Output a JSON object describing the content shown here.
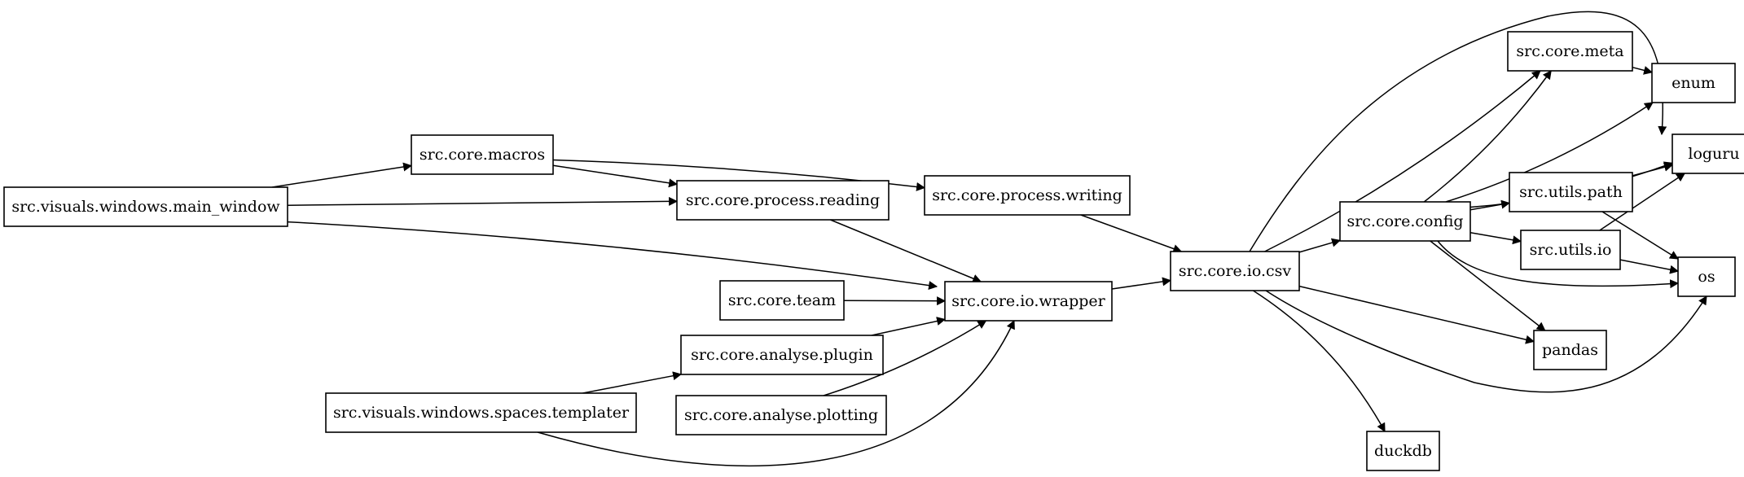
{
  "nodes": [
    {
      "id": "main_window",
      "label": "src.visuals.windows.main_window"
    },
    {
      "id": "templater",
      "label": "src.visuals.windows.spaces.templater"
    },
    {
      "id": "macros",
      "label": "src.core.macros"
    },
    {
      "id": "reading",
      "label": "src.core.process.reading"
    },
    {
      "id": "writing",
      "label": "src.core.process.writing"
    },
    {
      "id": "team",
      "label": "src.core.team"
    },
    {
      "id": "plugin",
      "label": "src.core.analyse.plugin"
    },
    {
      "id": "plotting",
      "label": "src.core.analyse.plotting"
    },
    {
      "id": "wrapper",
      "label": "src.core.io.wrapper"
    },
    {
      "id": "csv",
      "label": "src.core.io.csv"
    },
    {
      "id": "config",
      "label": "src.core.config"
    },
    {
      "id": "meta",
      "label": "src.core.meta"
    },
    {
      "id": "path",
      "label": "src.utils.path"
    },
    {
      "id": "uio",
      "label": "src.utils.io"
    },
    {
      "id": "enum",
      "label": "enum"
    },
    {
      "id": "loguru",
      "label": "loguru"
    },
    {
      "id": "os",
      "label": "os"
    },
    {
      "id": "pandas",
      "label": "pandas"
    },
    {
      "id": "duckdb",
      "label": "duckdb"
    }
  ],
  "edges": [
    {
      "from": "main_window",
      "to": "macros"
    },
    {
      "from": "main_window",
      "to": "reading"
    },
    {
      "from": "main_window",
      "to": "wrapper"
    },
    {
      "from": "macros",
      "to": "reading"
    },
    {
      "from": "macros",
      "to": "writing"
    },
    {
      "from": "reading",
      "to": "wrapper"
    },
    {
      "from": "writing",
      "to": "csv"
    },
    {
      "from": "team",
      "to": "wrapper"
    },
    {
      "from": "plugin",
      "to": "wrapper"
    },
    {
      "from": "plotting",
      "to": "wrapper"
    },
    {
      "from": "templater",
      "to": "plugin"
    },
    {
      "from": "templater",
      "to": "wrapper"
    },
    {
      "from": "wrapper",
      "to": "csv"
    },
    {
      "from": "csv",
      "to": "config"
    },
    {
      "from": "csv",
      "to": "meta"
    },
    {
      "from": "csv",
      "to": "loguru"
    },
    {
      "from": "csv",
      "to": "pandas"
    },
    {
      "from": "csv",
      "to": "os"
    },
    {
      "from": "csv",
      "to": "duckdb"
    },
    {
      "from": "config",
      "to": "meta"
    },
    {
      "from": "config",
      "to": "enum"
    },
    {
      "from": "config",
      "to": "loguru"
    },
    {
      "from": "config",
      "to": "path"
    },
    {
      "from": "config",
      "to": "uio"
    },
    {
      "from": "config",
      "to": "os"
    },
    {
      "from": "config",
      "to": "pandas"
    },
    {
      "from": "meta",
      "to": "enum"
    },
    {
      "from": "path",
      "to": "loguru"
    },
    {
      "from": "path",
      "to": "os"
    },
    {
      "from": "uio",
      "to": "loguru"
    },
    {
      "from": "uio",
      "to": "os"
    }
  ]
}
